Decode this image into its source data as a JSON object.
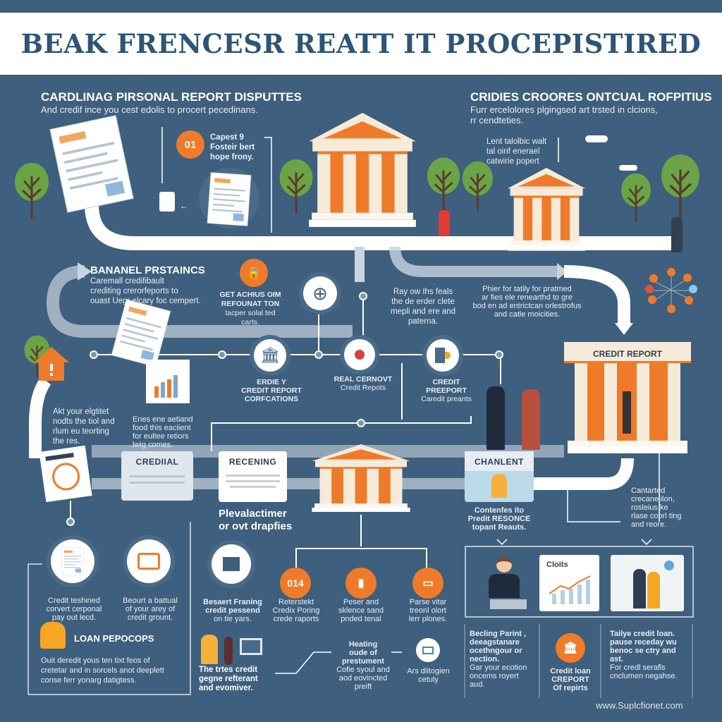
{
  "header": {
    "title": "BEAK FRENCESR REATT IT PROCEPISTIRED"
  },
  "section_left": {
    "heading": "CARDLINAG PIRSONAL REPORT DISPUTTES",
    "subtitle": "And credif ince you cest edolis to procert pecedinans."
  },
  "section_right": {
    "heading": "CRIDIES CROORES ONTCUAL ROFPITIUS",
    "subtitle": [
      "Furr ercelolores plgingsed art trsted in clcions,",
      "rr cendteties."
    ]
  },
  "step01": {
    "badge": "01",
    "text": [
      "Capest 9",
      "Fosteir bert",
      "hope frony."
    ]
  },
  "sky_note": [
    "Lent talolbic walt",
    "tal oinf enerael",
    "catwirie popert"
  ],
  "banner": {
    "heading": "BANANEL PRSTAINCS",
    "text": [
      "Caremall credifibault",
      "crediting crerorfeports to",
      "ouast Uegr elcary foc cempert."
    ]
  },
  "lock_note": [
    "GET ACHIUS OIM",
    "REFOUNAT TON",
    "tacper solal ted",
    "carts."
  ],
  "ray_note": [
    "Ray ow Ihs feals",
    "the de erder clete",
    "mepli and ere and",
    "paterna."
  ],
  "phier_note": [
    "Phier for tatily for pratmed",
    "ar fies ele renearthd to gre",
    "bod en ad entrictcan orlestrofus",
    "and catle moicities."
  ],
  "timeline": [
    {
      "lines": [
        "ERDIE Y",
        "CREDIT REPORT",
        "CORFCATIONS"
      ]
    },
    {
      "lines": [
        "REAL CERNOVT",
        "Credit Repots"
      ]
    },
    {
      "lines": [
        "CREDIT",
        "PREEPORT",
        "Caredit preants"
      ]
    }
  ],
  "credit_report_building": {
    "label": "CREDIT REPORT"
  },
  "left_note": [
    "Akt your elgtitet",
    "nodts the tiol and",
    "rlum eu teorting",
    "the res."
  ],
  "mid_note": [
    "Enes ene aetiand",
    "food this eaciient",
    "for eultee retiors",
    "lwig comes."
  ],
  "boxes": [
    {
      "title": "CREDIIAL"
    },
    {
      "title": "RECENING"
    },
    {
      "title": "CHANLENT"
    }
  ],
  "plev_note": [
    "Plevalactimer",
    "or ovt drapfies"
  ],
  "chanlent_caption": [
    "Contenfes ito",
    "Predit RESONCE",
    "topant Reauts."
  ],
  "cantarted_note": [
    "Cantarted",
    "crecanelilon,",
    "rosleius ke",
    "rlase coorl ting",
    "and reore."
  ],
  "bottom_left": {
    "items": [
      {
        "text": [
          "Credit teshined",
          "corvert cerponal",
          "pay out lecd."
        ]
      },
      {
        "text": [
          "Beourt a battual",
          "of your arey of",
          "credit grount."
        ]
      }
    ],
    "loan_heading": "LOAN PEPOCOPS",
    "loan_text": [
      "Ouit deredit yous ten tixt feos of",
      "cretetar and in sorcels anot deeplett",
      "conse ferr yonarg datigtess."
    ]
  },
  "bessert": [
    "Besaert Franing",
    "credit pessend",
    "on tie yars."
  ],
  "orange_steps": [
    {
      "badge": "014",
      "text": [
        "Reterstekt",
        "Credix Poring",
        "crede raports"
      ]
    },
    {
      "badge": "",
      "text": [
        "Peser and",
        "sklence sand",
        "pnded tenal"
      ]
    },
    {
      "badge": "",
      "text": [
        "Parse vitar",
        "treonl olort",
        "lerr plones."
      ]
    }
  ],
  "trtes_note": [
    "The trtes credit",
    "gegne refterant",
    "and evomiver."
  ],
  "heating": {
    "heading": [
      "Heating",
      "oude of",
      "prestument"
    ],
    "text": [
      "Cofie syoul and",
      "aod eovincted",
      "preift"
    ]
  },
  "ars_note": [
    "Ars dlitogien",
    "cetuly"
  ],
  "chart_panel": {
    "title": "Cloits"
  },
  "bottom_columns": [
    {
      "bold": [
        "Becling Parint ,",
        "deeagstanare",
        "ocethngour or",
        "nection."
      ],
      "text": [
        "Gar your ecotion",
        "oncems royert",
        "aud."
      ]
    },
    {
      "bold": [
        "Credit loan",
        "CREPORT",
        "Of repirts"
      ]
    },
    {
      "bold": [
        "Tailye credit loan.",
        "pause receday wu",
        "benoc se ctry and",
        "ast."
      ],
      "text": [
        "For credl serafls",
        "cnclumen negahse."
      ]
    }
  ],
  "footer": {
    "url": "www.Suplcfionet.com"
  },
  "colors": {
    "background": "#3e5f7d",
    "accent": "#ef7b2a",
    "title": "#2d5577",
    "tree": "#6aa446"
  }
}
